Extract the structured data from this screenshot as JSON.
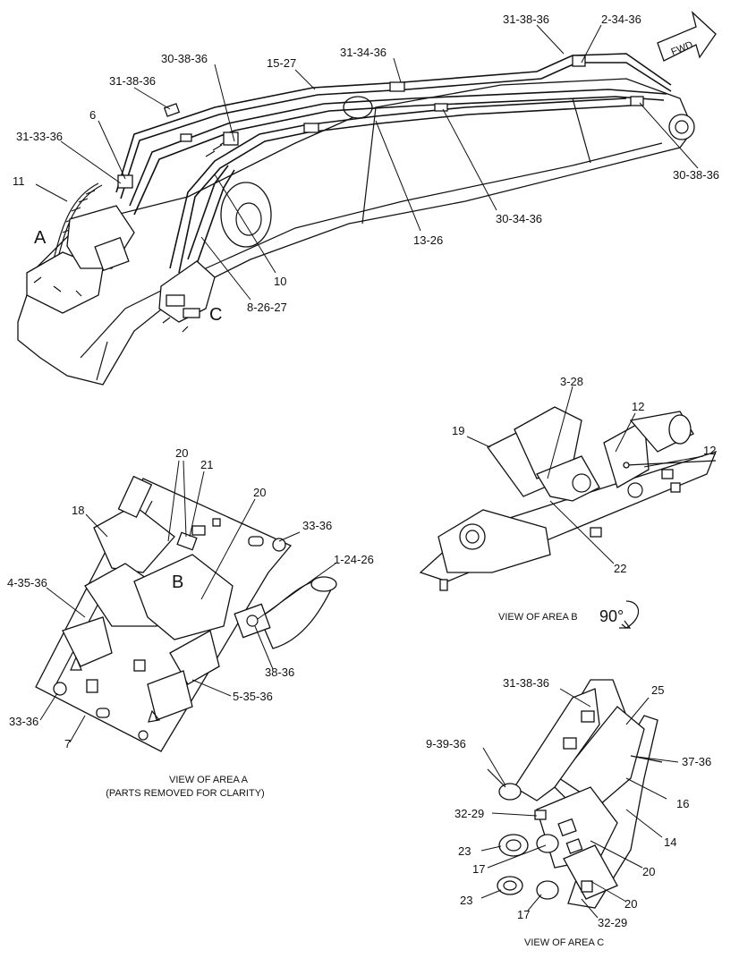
{
  "top_view": {
    "fwd_label": "FWD",
    "area_letters": [
      "A",
      "C"
    ],
    "callouts": [
      "31-38-36",
      "2-34-36",
      "30-38-36",
      "15-27",
      "31-34-36",
      "31-38-36",
      "6",
      "31-33-36",
      "11",
      "30-38-36",
      "30-34-36",
      "13-26",
      "10",
      "8-26-27"
    ]
  },
  "area_a": {
    "caption_line1": "VIEW OF AREA A",
    "caption_line2": "(PARTS REMOVED FOR CLARITY)",
    "area_letter": "B",
    "callouts": [
      "20",
      "21",
      "20",
      "18",
      "33-36",
      "1-24-26",
      "4-35-36",
      "38-36",
      "5-35-36",
      "33-36",
      "7"
    ]
  },
  "area_b": {
    "caption": "VIEW OF AREA B",
    "rotation": "90°",
    "callouts": [
      "3-28",
      "19",
      "12",
      "12",
      "22"
    ]
  },
  "area_c": {
    "caption": "VIEW OF AREA C",
    "callouts": [
      "31-38-36",
      "25",
      "9-39-36",
      "37-36",
      "16",
      "32-29",
      "14",
      "23",
      "17",
      "20",
      "23",
      "20",
      "17",
      "32-29"
    ]
  }
}
